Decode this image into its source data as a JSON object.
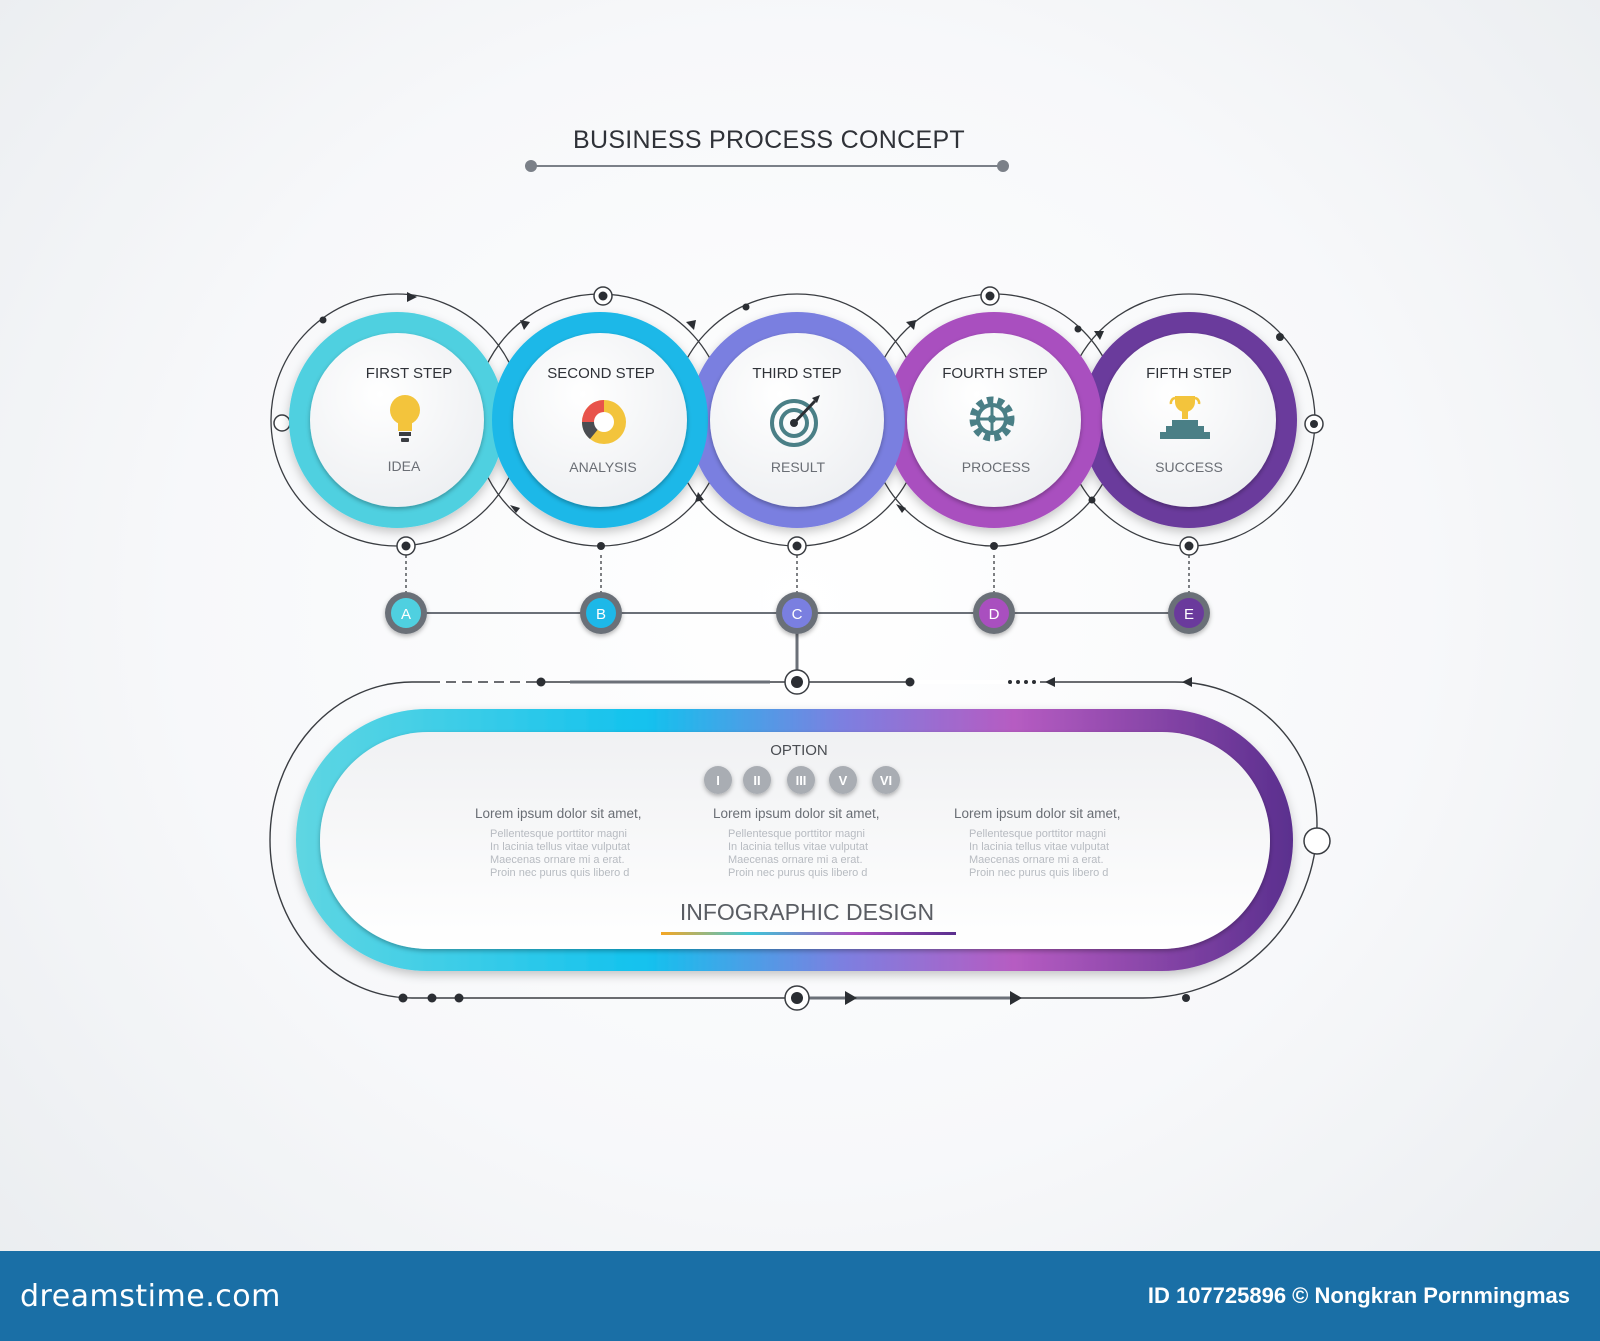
{
  "title": "BUSINESS PROCESS CONCEPT",
  "steps": [
    {
      "title": "FIRST STEP",
      "label": "IDEA",
      "letter": "A",
      "icon": "lightbulb-icon",
      "color": "#4fd0e0"
    },
    {
      "title": "SECOND STEP",
      "label": "ANALYSIS",
      "letter": "B",
      "icon": "pie-chart-icon",
      "color": "#1db8e8"
    },
    {
      "title": "THIRD STEP",
      "label": "RESULT",
      "letter": "C",
      "icon": "target-icon",
      "color": "#7a7fe0"
    },
    {
      "title": "FOURTH STEP",
      "label": "PROCESS",
      "letter": "D",
      "icon": "gear-icon",
      "color": "#a94fbf"
    },
    {
      "title": "FIFTH STEP",
      "label": "SUCCESS",
      "letter": "E",
      "icon": "trophy-icon",
      "color": "#6a3a9c"
    }
  ],
  "option": {
    "label": "OPTION",
    "items": [
      "I",
      "II",
      "III",
      "V",
      "VI"
    ]
  },
  "columns": [
    {
      "heading": "Lorem ipsum dolor sit amet,",
      "lines": [
        "Pellentesque porttitor magni",
        "In lacinia tellus vitae vulputat",
        "Maecenas ornare mi a erat.",
        "Proin nec purus quis libero d"
      ]
    },
    {
      "heading": "Lorem ipsum dolor sit amet,",
      "lines": [
        "Pellentesque porttitor magni",
        "In lacinia tellus vitae vulputat",
        "Maecenas ornare mi a erat.",
        "Proin nec purus quis libero d"
      ]
    },
    {
      "heading": "Lorem ipsum dolor sit amet,",
      "lines": [
        "Pellentesque porttitor magni",
        "In lacinia tellus vitae vulputat",
        "Maecenas ornare mi a erat.",
        "Proin nec purus quis libero d"
      ]
    }
  ],
  "design_title": "INFOGRAPHIC DESIGN",
  "footer": {
    "brand": "dreamstime.com",
    "credit": "ID 107725896 © Nongkran Pornmingmas"
  },
  "colors": {
    "cyan": "#4fd0e0",
    "blue": "#1db8e8",
    "violet": "#7a7fe0",
    "magenta": "#a94fbf",
    "purple": "#6a3a9c",
    "footer": "#1a6fa6"
  }
}
